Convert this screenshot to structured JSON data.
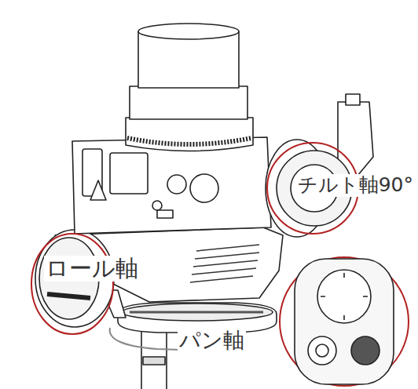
{
  "diagram": {
    "labels": [
      "チルト軸90°",
      "ロール軸",
      "パン軸"
    ]
  }
}
